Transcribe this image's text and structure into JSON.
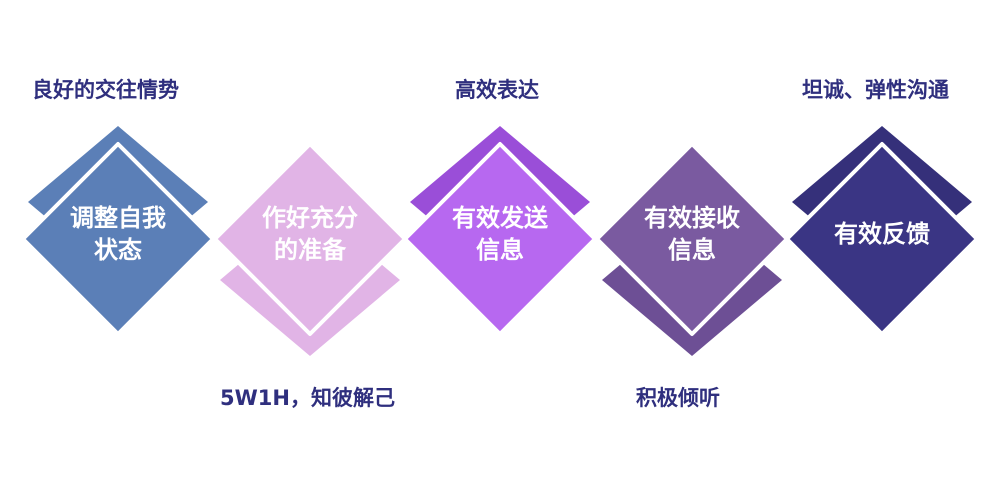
{
  "top_labels": {
    "label_1": "良好的交往情势",
    "label_2": "高效表达",
    "label_3": "坦诚、弹性沟通"
  },
  "bottom_labels": {
    "label_1": "5W1H，知彼解己",
    "label_2": "积极倾听"
  },
  "steps": [
    {
      "line1": "调整自我",
      "line2": "状态",
      "color": "#5b7fb7",
      "shadow_color": "#5b7fb7"
    },
    {
      "line1": "作好充分",
      "line2": "的准备",
      "color": "#e1b4e6",
      "shadow_color": "#e1b4e6"
    },
    {
      "line1": "有效发送",
      "line2": "信息",
      "color": "#b768f0",
      "shadow_color": "#9a4ed8"
    },
    {
      "line1": "有效接收",
      "line2": "信息",
      "color": "#7a5aa0",
      "shadow_color": "#6d4f95"
    },
    {
      "line1": "有效反馈",
      "line2": "",
      "color": "#3a3584",
      "shadow_color": "#35307a"
    }
  ]
}
